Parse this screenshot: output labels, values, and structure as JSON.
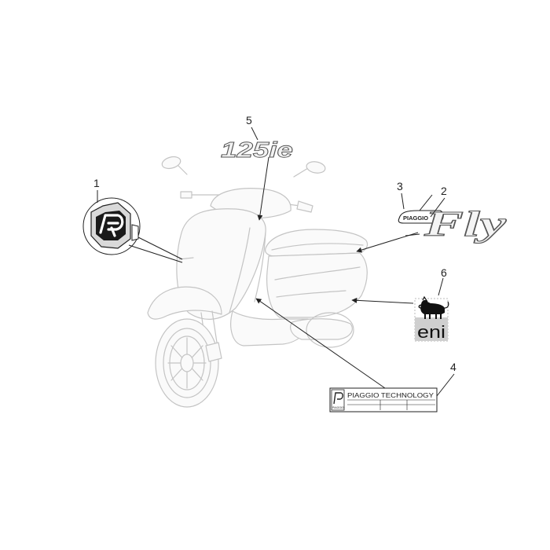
{
  "callouts": [
    {
      "number": "1",
      "part": "piaggio-emblem"
    },
    {
      "number": "2",
      "part": "fly-decal"
    },
    {
      "number": "3",
      "part": "piaggio-badge"
    },
    {
      "number": "4",
      "part": "piaggio-technology-plate"
    },
    {
      "number": "5",
      "part": "125ie-decal"
    },
    {
      "number": "6",
      "part": "eni-sticker"
    }
  ],
  "decals": {
    "model_text": "125ie",
    "fly_text": "Fly",
    "piaggio_badge_text": "PIAGGIO",
    "technology_text": "PIAGGIO TECHNOLOGY",
    "technology_small_text": "PIAGGIO",
    "eni_text": "eni"
  },
  "colors": {
    "line_art": "#c4c4c4",
    "callout": "#222222",
    "eni_panel": "#cfcfcf"
  }
}
